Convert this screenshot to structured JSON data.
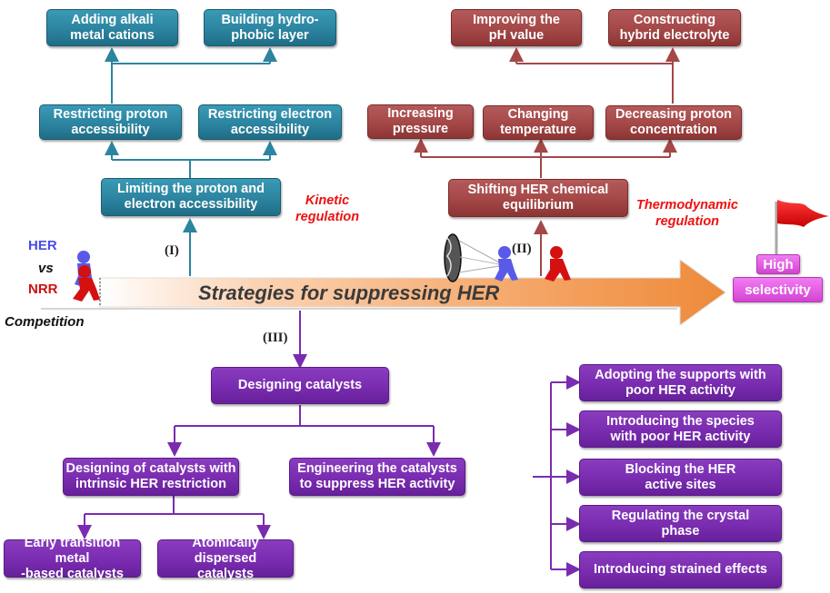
{
  "colors": {
    "kinetic": "#2c84a0",
    "thermodynamic": "#a44747",
    "catalyst": "#7a2cb0",
    "selectivity": "#e25ae2",
    "annotation": "#ee1111",
    "her": "#4a4ae8",
    "nrr": "#cc1111"
  },
  "competition": {
    "her_label": "HER",
    "vs_label": "vs",
    "nrr_label": "NRR",
    "caption": "Competition"
  },
  "main_arrow": {
    "label": "Strategies for suppressing HER"
  },
  "goal": {
    "line1": "High",
    "line2": "selectivity"
  },
  "branch_labels": {
    "I": "(I)",
    "II": "(II)",
    "III": "(III)"
  },
  "kinetic": {
    "annotation": "Kinetic\nregulation",
    "root": "Limiting the proton and\nelectron accessibility",
    "level2": [
      "Restricting proton\naccessibility",
      "Restricting electron\naccessibility"
    ],
    "level3": [
      "Adding alkali\nmetal cations",
      "Building hydro-\nphobic layer"
    ]
  },
  "thermodynamic": {
    "annotation": "Thermodynamic\nregulation",
    "root": "Shifting HER chemical\nequilibrium",
    "level2": [
      "Increasing\npressure",
      "Changing\ntemperature",
      "Decreasing proton\nconcentration"
    ],
    "level3": [
      "Improving the\npH value",
      "Constructing\nhybrid electrolyte"
    ]
  },
  "catalysts": {
    "root": "Designing catalysts",
    "intrinsic": "Designing of catalysts with\nintrinsic HER restriction",
    "intrinsic_children": [
      "Early transition metal\n-based catalysts",
      "Atomically dispersed\ncatalysts"
    ],
    "engineering": "Engineering the catalysts\nto suppress HER activity",
    "engineering_children": [
      "Adopting the supports with\npoor HER activity",
      "Introducing the species\nwith poor HER activity",
      "Blocking the HER\nactive sites",
      "Regulating the crystal\nphase",
      "Introducing strained effects"
    ]
  }
}
